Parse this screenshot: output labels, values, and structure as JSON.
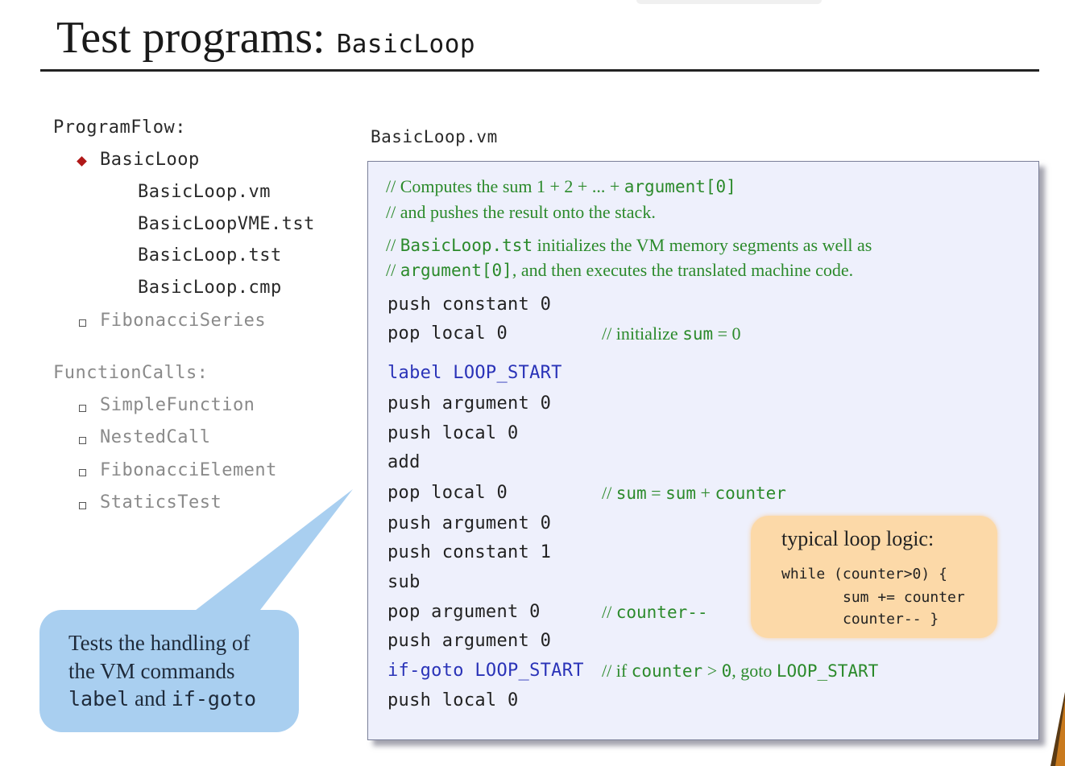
{
  "title": {
    "main": "Test programs:",
    "program": "BasicLoop"
  },
  "nav": {
    "program_flow_heading": "ProgramFlow:",
    "basic_loop": "BasicLoop",
    "basic_loop_files": [
      "BasicLoop.vm",
      "BasicLoopVME.tst",
      "BasicLoop.tst",
      "BasicLoop.cmp"
    ],
    "fibonacci_series": "FibonacciSeries",
    "function_calls_heading": "FunctionCalls:",
    "function_calls_items": [
      "SimpleFunction",
      "NestedCall",
      "FibonacciElement",
      "StaticsTest"
    ]
  },
  "file_label": "BasicLoop.vm",
  "code": {
    "header_comments": {
      "c1_pre": "// Computes the sum 1 + 2 + ... + ",
      "c1_mono": "argument[0]",
      "c2": "// and pushes the  result onto the stack.",
      "c3_pre": "// ",
      "c3_mono": "BasicLoop.tst",
      "c3_post": " initializes the VM memory segments as well as",
      "c4_pre": "// ",
      "c4_mono": "argument[0]",
      "c4_post": ", and then executes the translated machine code."
    },
    "lines": [
      "push constant 0",
      "pop local 0",
      "label LOOP_START",
      "push argument 0",
      "push local 0",
      "add",
      "pop local 0",
      "push argument 0",
      "push constant 1",
      "sub",
      "pop argument 0",
      "push argument 0",
      "if-goto LOOP_START",
      "push local 0"
    ],
    "inline_comments": {
      "init_pre": "// initialize ",
      "init_mono": "sum",
      "init_post": " = 0",
      "sum_pre": "// ",
      "sum_mono1": "sum",
      "sum_mid": " =  ",
      "sum_mono2": "sum",
      "sum_plus": " + ",
      "sum_mono3": "counter",
      "counter_pre": "// ",
      "counter_mono": "counter--",
      "ifgoto_pre": "// if ",
      "ifgoto_mono1": "counter",
      "ifgoto_mid": " > ",
      "ifgoto_mono2": "0",
      "ifgoto_comma": ", goto  ",
      "ifgoto_mono3": "LOOP_START"
    }
  },
  "loop_note": {
    "title": "typical loop logic:",
    "line1": "while (counter>0) {",
    "line2": "sum += counter",
    "line3": "counter--  }"
  },
  "callout": {
    "line1": "Tests the handling of",
    "line2": "the VM commands",
    "line3_mono1": "label",
    "line3_and": " and ",
    "line3_mono2": "if-goto"
  },
  "colors": {
    "accent_blue": "#2a33b8",
    "comment_green": "#2b8a2b",
    "bullet_red": "#b01818",
    "note_orange": "#fcd9a8",
    "callout_blue": "#a9cff0",
    "code_bg": "#eef0fc"
  }
}
